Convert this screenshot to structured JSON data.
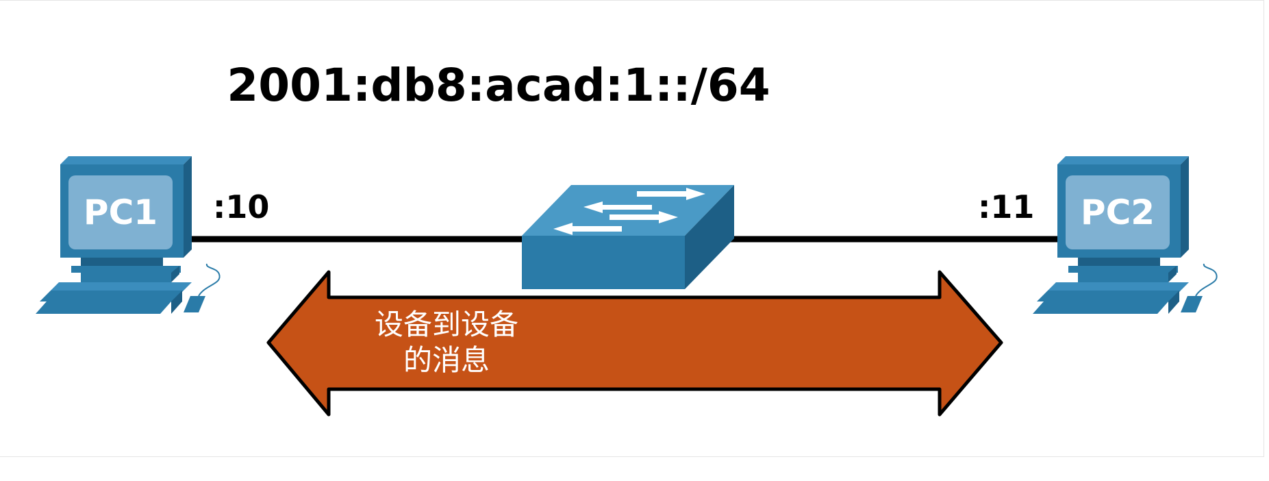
{
  "network": {
    "prefix": "2001:db8:acad:1::/64"
  },
  "pc1": {
    "label": "PC1",
    "interface_id": ":10"
  },
  "pc2": {
    "label": "PC2",
    "interface_id": ":11"
  },
  "message": {
    "line1": "设备到设备",
    "line2": "的消息"
  },
  "colors": {
    "device_blue": "#2a7ba8",
    "screen_light": "#7fb1d2",
    "arrow_orange": "#c65216",
    "link_black": "#000000"
  },
  "icons": [
    "pc-icon",
    "switch-icon",
    "double-arrow-icon"
  ]
}
